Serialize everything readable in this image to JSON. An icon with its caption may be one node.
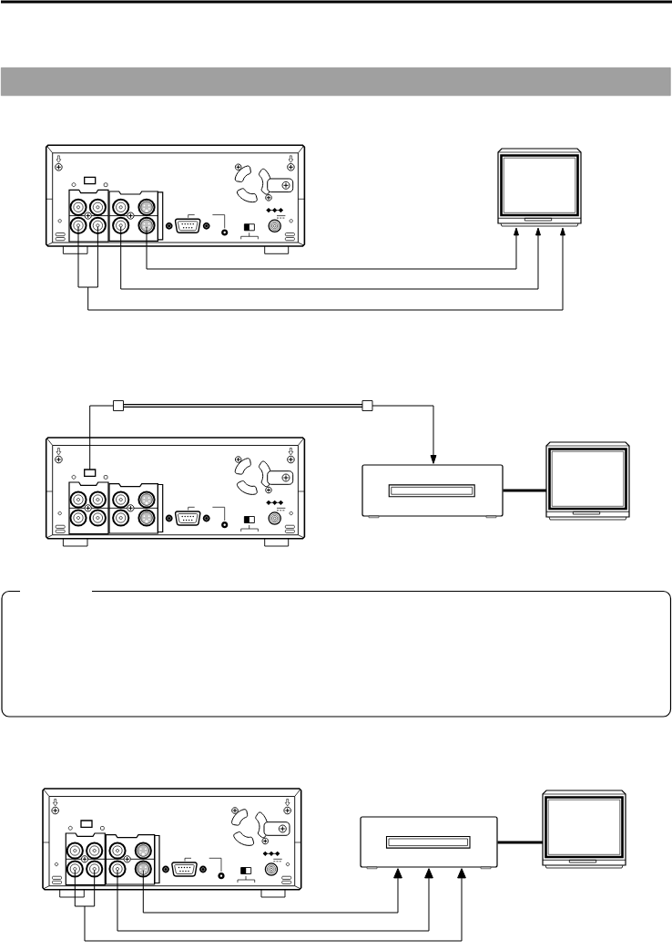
{
  "diagram": {
    "nodes": [
      {
        "text": [],
        "shape": "bar"
      },
      {
        "text": [],
        "shape": "picture"
      },
      {
        "text": [],
        "shape": "picture"
      },
      {
        "text": [],
        "shape": "picture"
      },
      {
        "text": [],
        "shape": "picture"
      },
      {
        "text": [],
        "shape": "picture"
      },
      {
        "text": [],
        "shape": "picture"
      },
      {
        "text": [],
        "shape": "picture"
      },
      {
        "text": [],
        "shape": "picture"
      }
    ],
    "edges": [
      {
        "from": 1,
        "to": 2,
        "arrow": "to"
      },
      {
        "from": 1,
        "to": 2,
        "arrow": "to"
      },
      {
        "from": 1,
        "to": 2,
        "arrow": "to"
      },
      {
        "from": 3,
        "to": 4,
        "arrow": "to"
      },
      {
        "from": 4,
        "to": 5,
        "arrow": "none",
        "style": "thick"
      },
      {
        "from": 6,
        "to": 7,
        "arrow": "to"
      },
      {
        "from": 6,
        "to": 7,
        "arrow": "to"
      },
      {
        "from": 6,
        "to": 7,
        "arrow": "to"
      },
      {
        "from": 7,
        "to": 8,
        "arrow": "none",
        "style": "thick"
      }
    ]
  }
}
